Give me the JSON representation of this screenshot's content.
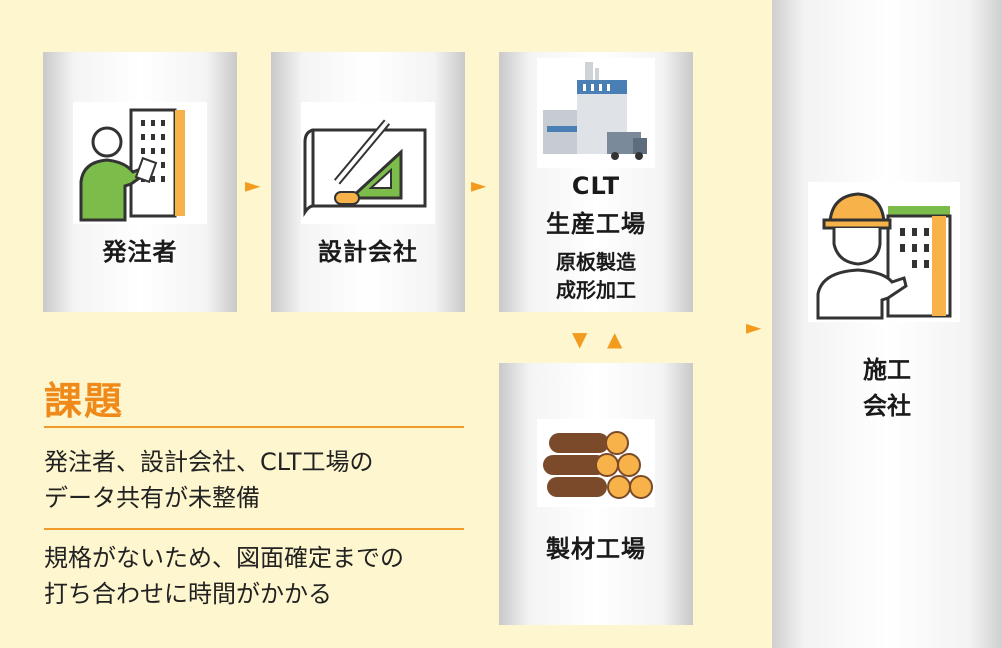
{
  "nodes": {
    "client": {
      "label": "発注者"
    },
    "design": {
      "label": "設計会社"
    },
    "factory": {
      "label_line1": "CLT",
      "label_line2": "生産工場",
      "sub_line1": "原板製造",
      "sub_line2": "成形加工"
    },
    "sawmill": {
      "label": "製材工場"
    },
    "builder": {
      "label_line1": "施工",
      "label_line2": "会社"
    }
  },
  "arrows": {
    "right": "►",
    "down": "▼",
    "up": "▲"
  },
  "issues": {
    "title": "課題",
    "items": [
      {
        "line1": "発注者、設計会社、CLT工場の",
        "line2": "データ共有が未整備"
      },
      {
        "line1": "規格がないため、図面確定までの",
        "line2": "打ち合わせに時間がかかる"
      }
    ]
  },
  "colors": {
    "accent": "#ef8a1a",
    "background": "#fdf6cf",
    "green": "#7cbc4a",
    "orange_icon": "#f7b24a"
  }
}
